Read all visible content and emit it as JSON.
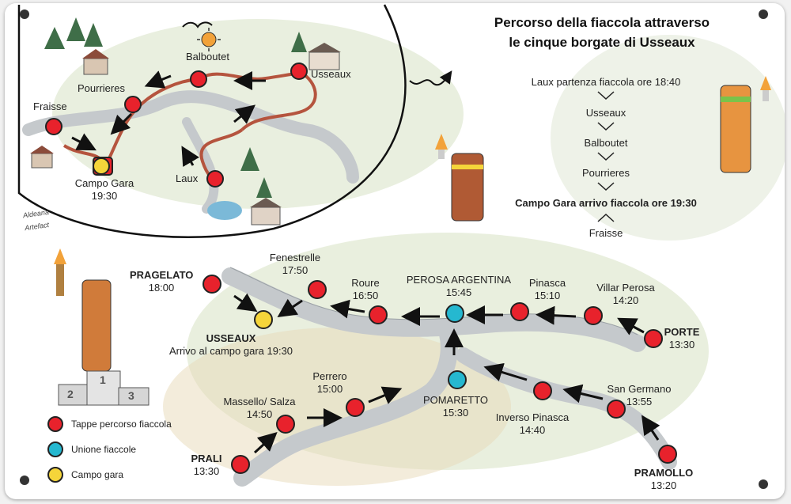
{
  "colors": {
    "tappa": "#e8222c",
    "unione": "#25b8d0",
    "campo": "#f5d53a",
    "river": "#c5c9cc",
    "road": "#b5543e"
  },
  "title": {
    "line1": "Percorso della fiaccola attraverso",
    "line2": "le cinque borgate di Usseaux"
  },
  "sequence": [
    "Laux partenza fiaccola ore 18:40",
    "Usseaux",
    "Balboutet",
    "Pourrieres",
    "Campo Gara arrivo fiaccola ore 19:30",
    "Fraisse"
  ],
  "village_map": {
    "balboutet": "Balboutet",
    "usseaux": "Usseaux",
    "pourrieres": "Pourrieres",
    "fraisse": "Fraisse",
    "campo_gara": "Campo Gara",
    "campo_gara_time": "19:30",
    "laux": "Laux"
  },
  "route_map": {
    "pragelato": {
      "name": "PRAGELATO",
      "time": "18:00"
    },
    "fenestrelle": {
      "name": "Fenestrelle",
      "time": "17:50"
    },
    "roure": {
      "name": "Roure",
      "time": "16:50"
    },
    "perosa": {
      "name": "PEROSA ARGENTINA",
      "time": "15:45"
    },
    "pinasca": {
      "name": "Pinasca",
      "time": "15:10"
    },
    "villar": {
      "name": "Villar Perosa",
      "time": "14:20"
    },
    "porte": {
      "name": "PORTE",
      "time": "13:30"
    },
    "usseaux": {
      "name": "USSEAUX",
      "sub": "Arrivo al campo gara 19:30"
    },
    "perrero": {
      "name": "Perrero",
      "time": "15:00"
    },
    "massello": {
      "name": "Massello/ Salza",
      "time": "14:50"
    },
    "prali": {
      "name": "PRALI",
      "time": "13:30"
    },
    "pomaretto": {
      "name": "POMARETTO",
      "time": "15:30"
    },
    "inverso": {
      "name": "Inverso Pinasca",
      "time": "14:40"
    },
    "sangermano": {
      "name": "San Germano",
      "time": "13:55"
    },
    "pramollo": {
      "name": "PRAMOLLO",
      "time": "13:20"
    }
  },
  "podium": [
    "2",
    "1",
    "3"
  ],
  "legend": [
    {
      "label": "Tappe percorso fiaccola",
      "color": "#e8222c"
    },
    {
      "label": "Unione fiaccole",
      "color": "#25b8d0"
    },
    {
      "label": "Campo gara",
      "color": "#f5d53a"
    }
  ]
}
